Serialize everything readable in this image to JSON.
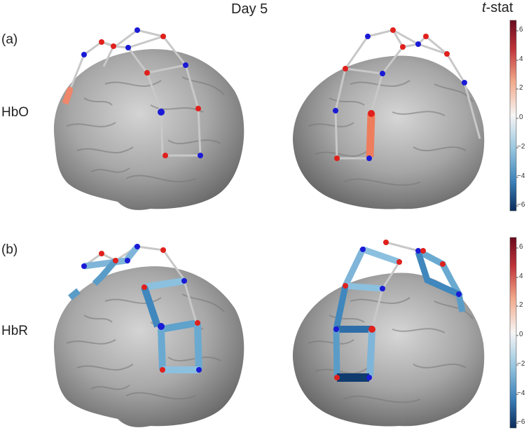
{
  "title": "Day 5",
  "colorbar_title_italic": "t",
  "colorbar_title_rest": "-stat",
  "panels": [
    {
      "label": "(a)",
      "row": "HbO"
    },
    {
      "label": "(b)",
      "row": "HbR"
    }
  ],
  "colorbar": {
    "ticks": [
      "6",
      "4",
      "2",
      "0",
      "−2",
      "−4",
      "−6"
    ],
    "range": [
      -6.5,
      6.5
    ],
    "colors": {
      "pos": "#6b0b1e",
      "zero": "#f7f6f6",
      "neg": "#0a2b59"
    }
  },
  "colors": {
    "source": "#e0201c",
    "detector": "#1a1ad6",
    "channel": "#c8c8c8",
    "brain": "#9a9a9a"
  }
}
